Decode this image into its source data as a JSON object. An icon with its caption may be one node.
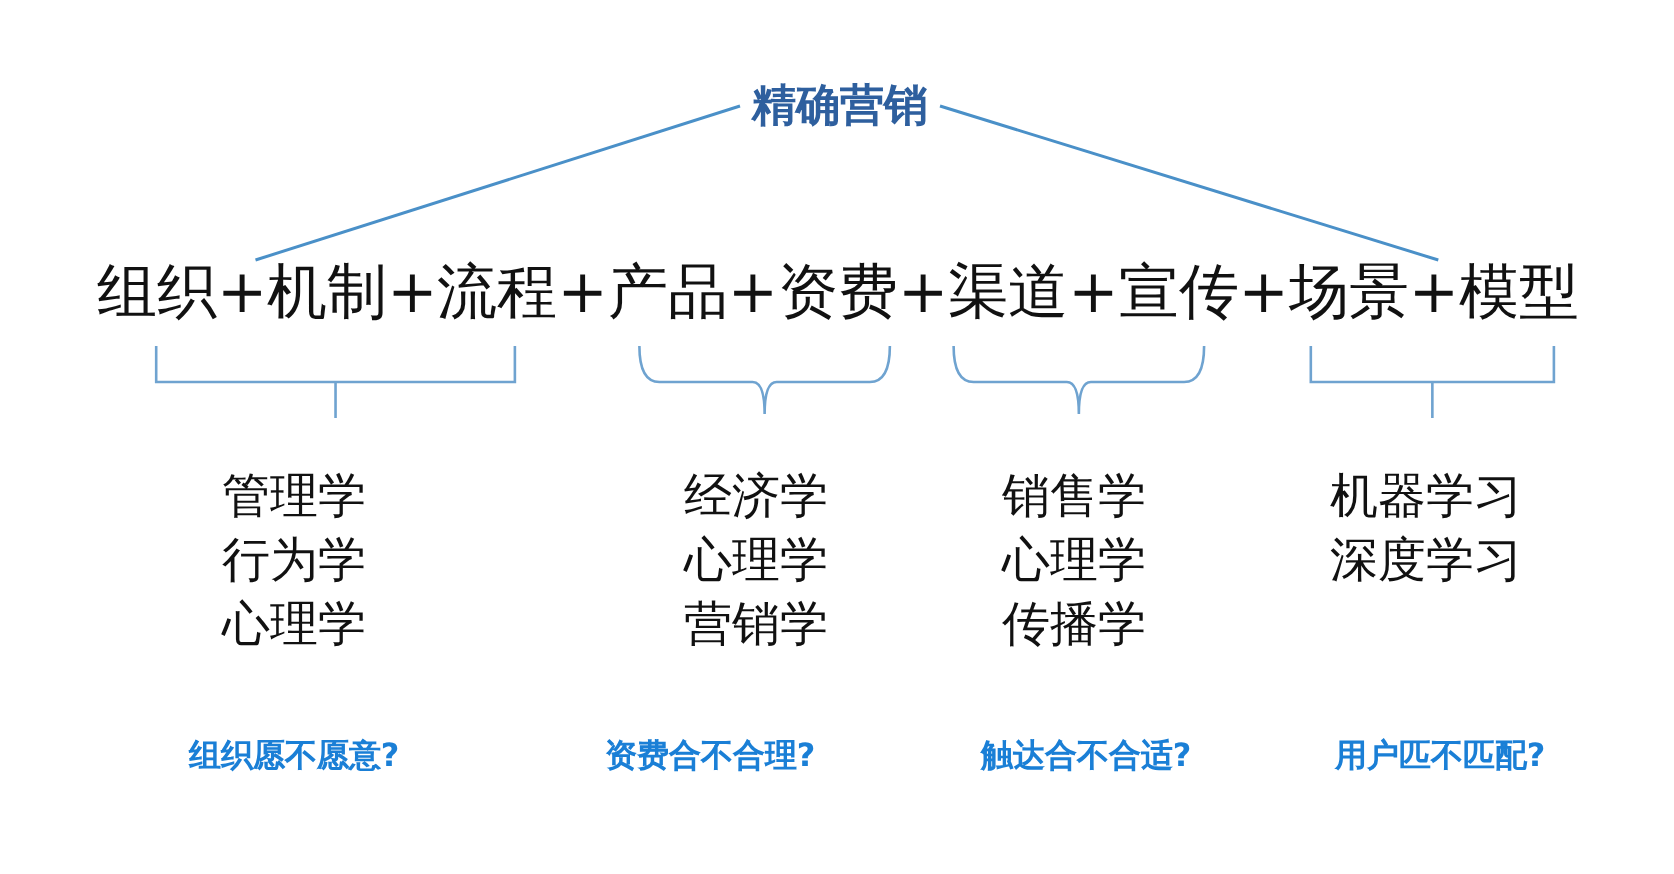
{
  "diagram": {
    "nodes": [
      {
        "text": [
          "精确营销"
        ]
      },
      {
        "text": [
          "组织+机制+流程+产品+资费+渠道+宣传+场景+模型"
        ]
      },
      {
        "text": [
          "管理学",
          "行为学",
          "心理学"
        ]
      },
      {
        "text": [
          "经济学",
          "心理学",
          "营销学"
        ]
      },
      {
        "text": [
          "销售学",
          "心理学",
          "传播学"
        ]
      },
      {
        "text": [
          "机器学习",
          "深度学习"
        ]
      }
    ],
    "edges": [
      {
        "from": 0,
        "to": 1,
        "arrow": "none"
      },
      {
        "from": 0,
        "to": 1,
        "arrow": "none"
      }
    ],
    "labels": [
      "组织愿不愿意?",
      "资费合不合理?",
      "触达合不合适?",
      "用户匹不匹配?"
    ]
  }
}
